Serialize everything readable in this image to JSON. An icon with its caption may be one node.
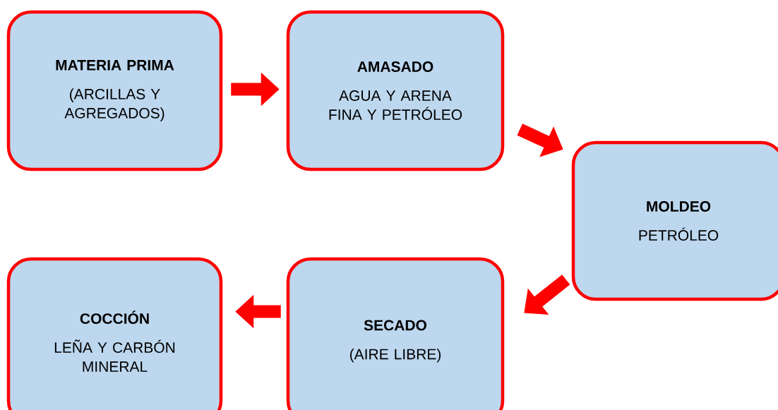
{
  "diagram": {
    "nodes": [
      {
        "text": [
          "MATERIA PRIMA",
          "(ARCILLAS Y AGREGADOS)"
        ]
      },
      {
        "text": [
          "AMASADO",
          "AGUA Y ARENA FINA Y PETRÓLEO"
        ]
      },
      {
        "text": [
          "MOLDEO",
          "PETRÓLEO"
        ]
      },
      {
        "text": [
          "SECADO",
          "(AIRE LIBRE)"
        ]
      },
      {
        "text": [
          "COCCIÓN",
          "LEÑA Y CARBÓN MINERAL"
        ]
      }
    ],
    "edges": [
      {
        "from": 0,
        "to": 1,
        "arrow": "to"
      },
      {
        "from": 1,
        "to": 2,
        "arrow": "to"
      },
      {
        "from": 2,
        "to": 3,
        "arrow": "to"
      },
      {
        "from": 3,
        "to": 4,
        "arrow": "to"
      }
    ]
  }
}
